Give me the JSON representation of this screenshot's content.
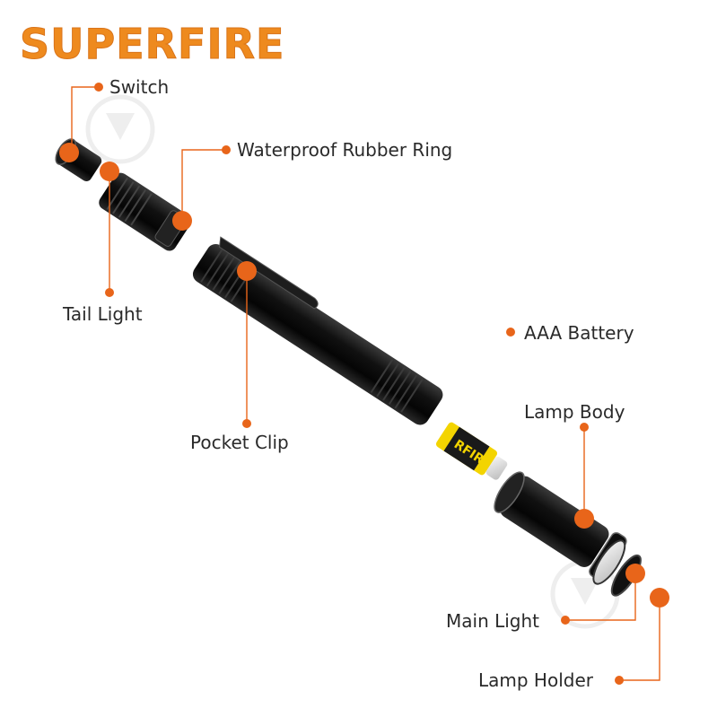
{
  "brand": {
    "text": "SUPERFIRE",
    "color": "#ee8a1e"
  },
  "accent_color": "#e8651a",
  "labels": {
    "switch": "Switch",
    "waterproof_ring": "Waterproof Rubber Ring",
    "tail_light": "Tail Light",
    "aaa_battery": "AAA Battery",
    "lamp_body": "Lamp Body",
    "pocket_clip": "Pocket Clip",
    "main_light": "Main Light",
    "lamp_holder": "Lamp Holder"
  },
  "battery_wrap_text": "RFIR"
}
